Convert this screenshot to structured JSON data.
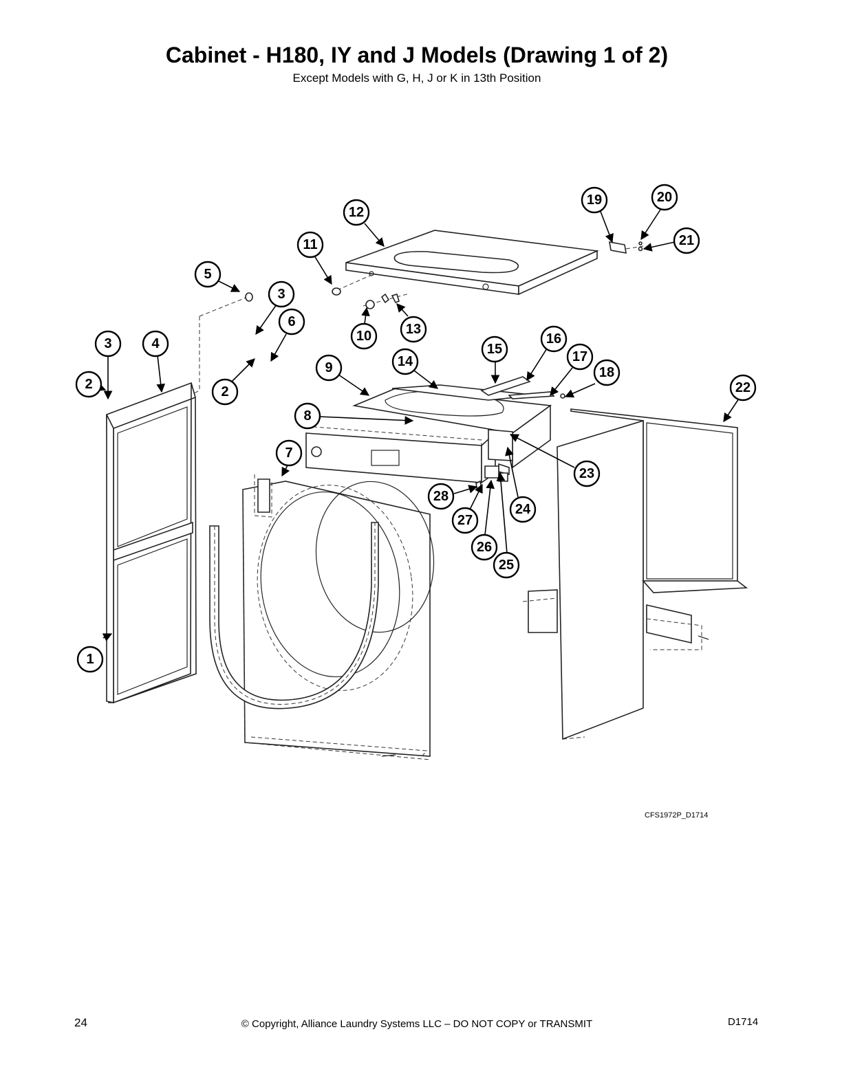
{
  "page": {
    "title": "Cabinet - H180, IY and J Models (Drawing 1 of 2)",
    "subtitle": "Except Models with G, H, J or K in 13th Position",
    "drawing_id": "CFS1972P_D1714",
    "page_number": "24",
    "copyright": "© Copyright, Alliance Laundry Systems LLC – DO NOT COPY or TRANSMIT",
    "doc_code": "D1714"
  },
  "callouts": [
    {
      "id": "c1",
      "label": "1"
    },
    {
      "id": "c2a",
      "label": "2"
    },
    {
      "id": "c2b",
      "label": "2"
    },
    {
      "id": "c3a",
      "label": "3"
    },
    {
      "id": "c3b",
      "label": "3"
    },
    {
      "id": "c4",
      "label": "4"
    },
    {
      "id": "c5",
      "label": "5"
    },
    {
      "id": "c6",
      "label": "6"
    },
    {
      "id": "c7",
      "label": "7"
    },
    {
      "id": "c8",
      "label": "8"
    },
    {
      "id": "c9",
      "label": "9"
    },
    {
      "id": "c10",
      "label": "10"
    },
    {
      "id": "c11",
      "label": "11"
    },
    {
      "id": "c12",
      "label": "12"
    },
    {
      "id": "c13",
      "label": "13"
    },
    {
      "id": "c14",
      "label": "14"
    },
    {
      "id": "c15",
      "label": "15"
    },
    {
      "id": "c16",
      "label": "16"
    },
    {
      "id": "c17",
      "label": "17"
    },
    {
      "id": "c18",
      "label": "18"
    },
    {
      "id": "c19",
      "label": "19"
    },
    {
      "id": "c20",
      "label": "20"
    },
    {
      "id": "c21",
      "label": "21"
    },
    {
      "id": "c22",
      "label": "22"
    },
    {
      "id": "c23",
      "label": "23"
    },
    {
      "id": "c24",
      "label": "24"
    },
    {
      "id": "c25",
      "label": "25"
    },
    {
      "id": "c26",
      "label": "26"
    },
    {
      "id": "c27",
      "label": "27"
    },
    {
      "id": "c28",
      "label": "28"
    }
  ]
}
